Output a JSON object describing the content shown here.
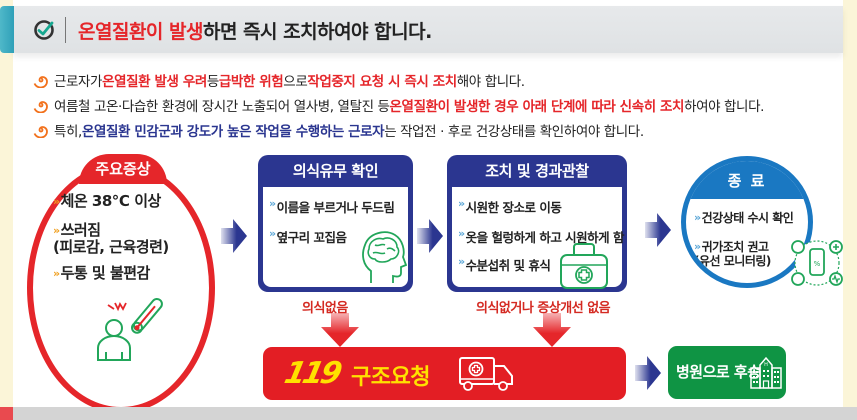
{
  "header": {
    "title_red": "온열질환이 발생",
    "title_rest": "하면 즉시 조치하여야 합니다.",
    "icon": "check-circle-icon"
  },
  "bullets": [
    {
      "icon": "spiral-icon",
      "segments": [
        {
          "text": "근로자가 ",
          "style": "normal"
        },
        {
          "text": "온열질환 발생 우려",
          "style": "red"
        },
        {
          "text": " 등 ",
          "style": "normal"
        },
        {
          "text": "급박한 위험",
          "style": "red"
        },
        {
          "text": "으로 ",
          "style": "normal"
        },
        {
          "text": "작업중지 요청 시 즉시 조치",
          "style": "red"
        },
        {
          "text": "해야 합니다.",
          "style": "normal"
        }
      ]
    },
    {
      "icon": "spiral-icon",
      "segments": [
        {
          "text": "여름철 고온·다습한 환경에 장시간 노출되어 열사병, 열탈진 등 ",
          "style": "normal"
        },
        {
          "text": "온열질환이 발생한 경우 아래 단계에 따라 신속히 조치",
          "style": "red"
        },
        {
          "text": "하여야 합니다.",
          "style": "normal"
        }
      ]
    },
    {
      "icon": "spiral-icon",
      "segments": [
        {
          "text": "특히, ",
          "style": "normal"
        },
        {
          "text": "온열질환 민감군과 강도가 높은 작업을 수행하는 근로자",
          "style": "blue"
        },
        {
          "text": "는 작업전 · 후로 건강상태를 확인하여야 합니다.",
          "style": "normal"
        }
      ]
    }
  ],
  "symptoms": {
    "title": "주요증상",
    "items": [
      "체온 38℃ 이상",
      "쓰러짐",
      "(피로감, 근육경련)",
      "두통 및 불편감"
    ],
    "icon": "person-thermometer-icon"
  },
  "step1": {
    "title": "의식유무 확인",
    "items": [
      "이름을 부르거나 두드림",
      "옆구리 꼬집음"
    ],
    "icon": "brain-head-icon",
    "condition": "의식없음"
  },
  "step2": {
    "title": "조치 및 경과관찰",
    "items": [
      "시원한 장소로 이동",
      "옷을 헐렁하게 하고 시원하게 함",
      "수분섭취 및 휴식"
    ],
    "icon": "first-aid-kit-icon",
    "condition": "의식없거나 증상개선 없음"
  },
  "end": {
    "title": "종 료",
    "items": [
      "건강상태 수시 확인",
      "귀가조치 권고",
      "(유선 모니터링)"
    ],
    "icon": "phone-monitoring-icon"
  },
  "rescue": {
    "number": "119",
    "label": "구조요청",
    "icon": "ambulance-icon"
  },
  "hospital": {
    "label": "병원으로 후송",
    "icon": "hospital-building-icon"
  },
  "colors": {
    "red": "#e5262a",
    "navy": "#2b3690",
    "blue": "#1a78c2",
    "green": "#0f9444",
    "yellow": "#ffe100",
    "icon_green": "#22a65a"
  }
}
